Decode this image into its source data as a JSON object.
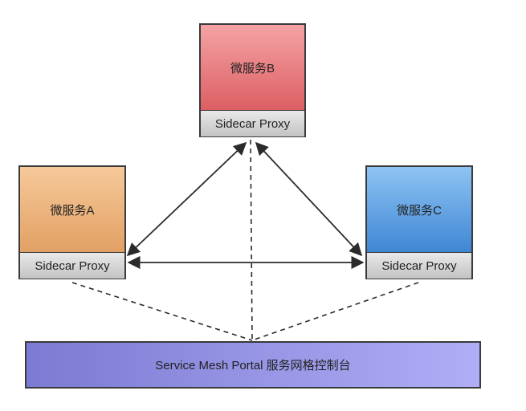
{
  "services": {
    "b": {
      "name": "微服务B",
      "proxy": "Sidecar Proxy",
      "color_top": "#f4a3a5",
      "color_bottom": "#dc5f63"
    },
    "a": {
      "name": "微服务A",
      "proxy": "Sidecar Proxy",
      "color_top": "#f6c99a",
      "color_bottom": "#e2a064"
    },
    "c": {
      "name": "微服务C",
      "proxy": "Sidecar Proxy",
      "color_top": "#8ec4f3",
      "color_bottom": "#3f86d4"
    }
  },
  "portal": {
    "label": "Service Mesh Portal 服务网格控制台",
    "color_left": "#7c7ad2",
    "color_right": "#b0aef6"
  },
  "connections": [
    {
      "from": "a",
      "to": "b",
      "style": "bidirectional-arrow"
    },
    {
      "from": "b",
      "to": "c",
      "style": "bidirectional-arrow"
    },
    {
      "from": "a",
      "to": "c",
      "style": "bidirectional-arrow"
    },
    {
      "from": "a",
      "to": "portal",
      "style": "dashed"
    },
    {
      "from": "b",
      "to": "portal",
      "style": "dashed"
    },
    {
      "from": "c",
      "to": "portal",
      "style": "dashed"
    }
  ]
}
